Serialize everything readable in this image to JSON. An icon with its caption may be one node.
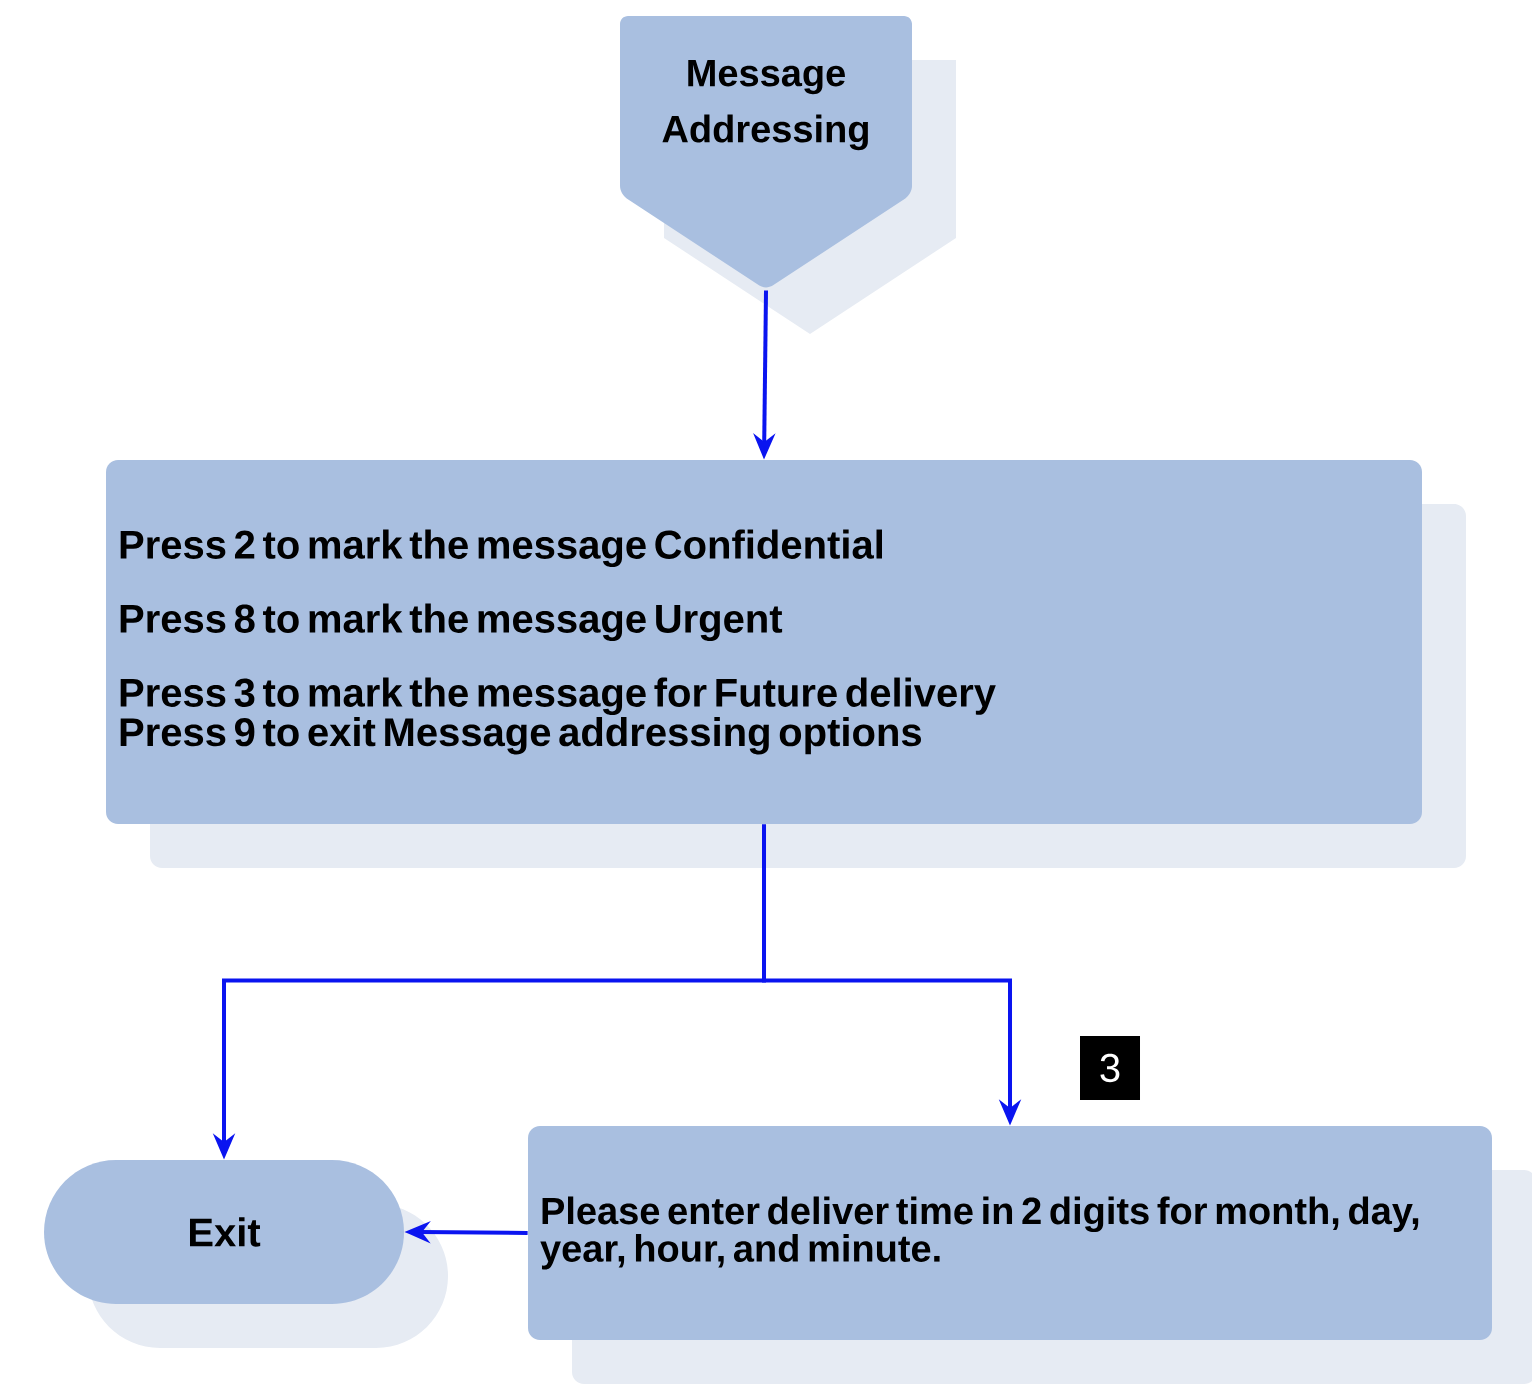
{
  "diagram": {
    "nodes": [
      {
        "text": [
          "Message Addressing"
        ]
      },
      {
        "text": [
          "Press 2 to mark the message Confidential",
          "Press 8 to mark the message Urgent",
          "Press 3 to mark the message for Future delivery",
          "Press 9 to exit Message addressing options"
        ]
      },
      {
        "text": [
          "Exit"
        ]
      },
      {
        "text": [
          "Please enter deliver time in 2 digits for month, day, year, hour, and minute."
        ]
      }
    ],
    "edges": [
      {
        "from": 0,
        "to": 1,
        "arrow": "to"
      },
      {
        "from": 1,
        "to": 2,
        "arrow": "to"
      },
      {
        "from": 1,
        "to": 3,
        "arrow": "to"
      },
      {
        "from": 3,
        "to": 2,
        "arrow": "to"
      }
    ],
    "labels": [
      "3"
    ]
  }
}
